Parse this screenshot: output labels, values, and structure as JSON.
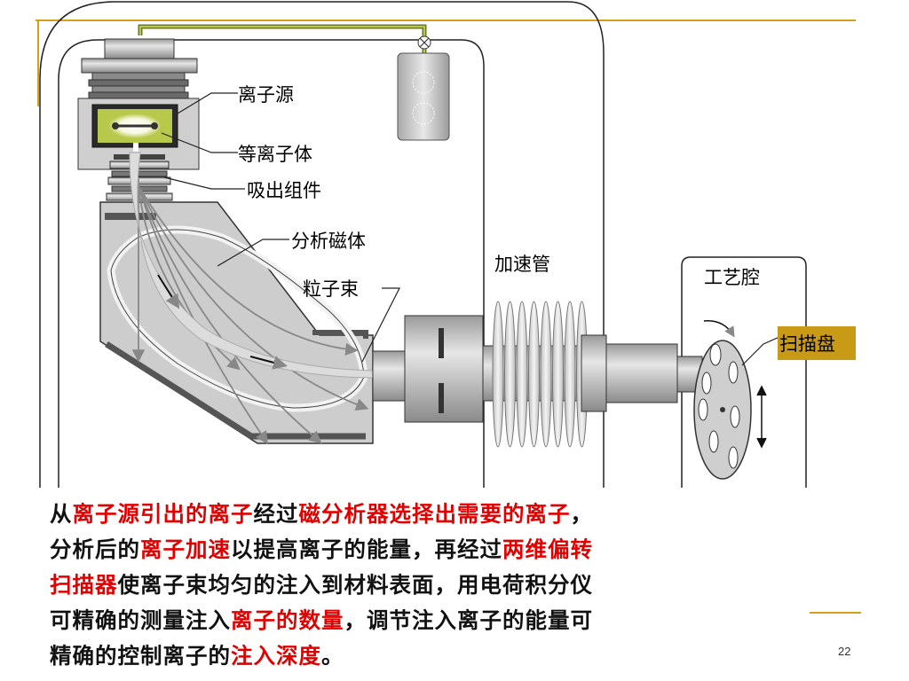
{
  "labels": {
    "ion_source": "离子源",
    "plasma": "等离子体",
    "extraction": "吸出组件",
    "magnet": "分析磁体",
    "beam": "粒子束",
    "accel_tube": "加速管",
    "chamber": "工艺腔",
    "scan_disk": "扫描盘"
  },
  "caption": [
    [
      {
        "t": "从",
        "hl": false
      },
      {
        "t": "离子源引出的离子",
        "hl": true
      },
      {
        "t": "经过",
        "hl": false
      },
      {
        "t": "磁分析器选择出需要的离子",
        "hl": true
      },
      {
        "t": "，",
        "hl": false
      }
    ],
    [
      {
        "t": "分析后的",
        "hl": false
      },
      {
        "t": "离子加速",
        "hl": true
      },
      {
        "t": "以提高离子的能量，再经过",
        "hl": false
      },
      {
        "t": "两维偏转",
        "hl": true
      }
    ],
    [
      {
        "t": "扫描器",
        "hl": true
      },
      {
        "t": "使离子束均匀的注入到材料表面，用电荷积分仪",
        "hl": false
      }
    ],
    [
      {
        "t": "可精确的测量注入",
        "hl": false
      },
      {
        "t": "离子的数量",
        "hl": true
      },
      {
        "t": "，调节注入离子的能量可",
        "hl": false
      }
    ],
    [
      {
        "t": "精确的控制离子的",
        "hl": false
      },
      {
        "t": "注入深度",
        "hl": true
      },
      {
        "t": "。",
        "hl": false
      }
    ]
  ],
  "page_number": "22",
  "colors": {
    "highlight": "#e00000",
    "accent_line": "#d4a018",
    "scan_label_bg": "#c89a16"
  }
}
